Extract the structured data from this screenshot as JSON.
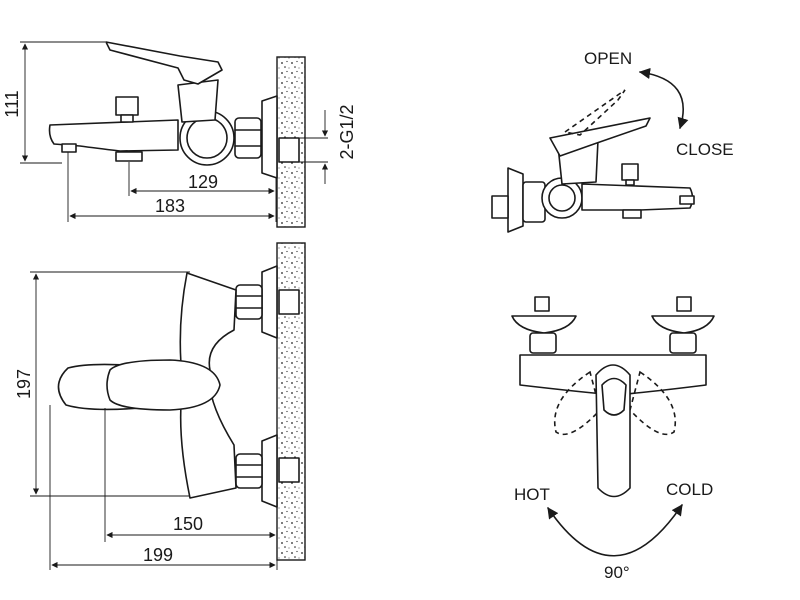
{
  "dimensions": {
    "height_top": "111",
    "connection": "2-G1/2",
    "spout_reach": "129",
    "total_depth": "183",
    "height_front": "197",
    "handle_reach": "150",
    "total_reach": "199"
  },
  "labels": {
    "open": "OPEN",
    "close": "CLOSE",
    "hot": "HOT",
    "cold": "COLD",
    "angle": "90°"
  }
}
